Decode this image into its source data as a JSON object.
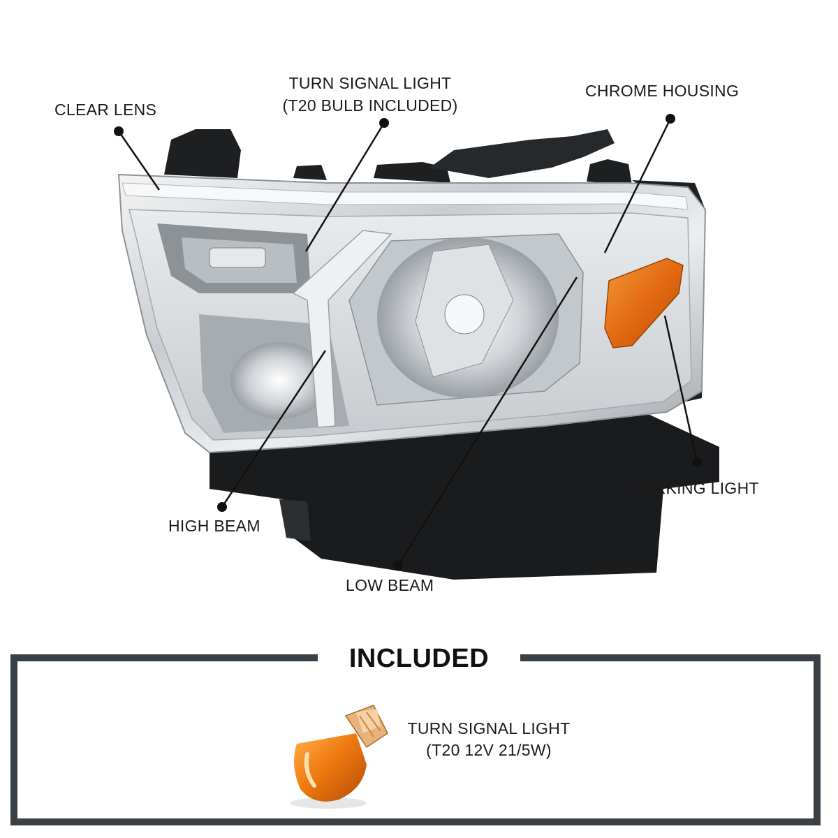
{
  "callouts": {
    "clear_lens": "CLEAR LENS",
    "turn_signal_line1": "TURN SIGNAL LIGHT",
    "turn_signal_line2": "(T20 BULB INCLUDED)",
    "chrome_housing": "CHROME HOUSING",
    "high_beam": "HIGH BEAM",
    "low_beam": "LOW BEAM",
    "parking_light": "PARKING LIGHT"
  },
  "included": {
    "title": "INCLUDED",
    "item_line1": "TURN SIGNAL LIGHT",
    "item_line2": "(T20 12V 21/5W)"
  },
  "icons": {
    "headlight": "headlight-assembly-icon",
    "bulb": "t20-bulb-icon"
  },
  "colors": {
    "frame": "#3a3f44",
    "amber": "#e8741a",
    "text": "#1a1a1a"
  }
}
